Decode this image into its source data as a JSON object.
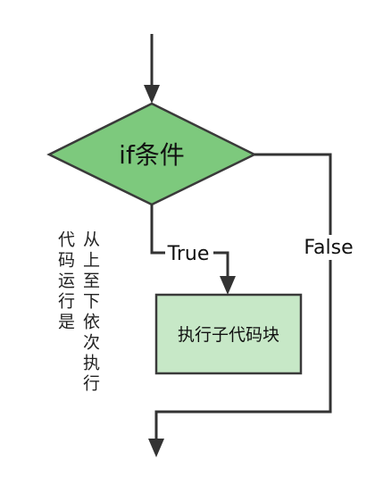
{
  "diagram": {
    "type": "flowchart",
    "condition": {
      "label": "if条件",
      "fill": "#7dc97d"
    },
    "action": {
      "label": "执行子代码块",
      "fill": "#c7e8c7"
    },
    "branches": {
      "true_label": "True",
      "false_label": "False"
    },
    "note": {
      "line1": "从上至下依次执行",
      "line2": "代码运行是"
    },
    "line_color": "#333333"
  }
}
